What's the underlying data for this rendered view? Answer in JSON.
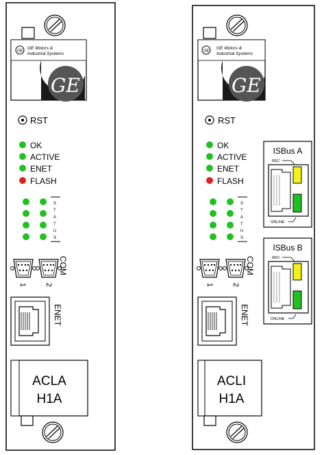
{
  "left_card": {
    "logo_line1": "GE Motors &",
    "logo_line2": "Industrial Systems",
    "logo_mark": "GE",
    "reset_label": "RST",
    "leds": [
      {
        "label": "OK",
        "color": "#22c022"
      },
      {
        "label": "ACTIVE",
        "color": "#22c022"
      },
      {
        "label": "ENET",
        "color": "#22c022"
      },
      {
        "label": "FLASH",
        "color": "#dd2222"
      }
    ],
    "status_letters": [
      "S",
      "T",
      "A",
      "T",
      "U",
      "S"
    ],
    "status_led_color": "#22c022",
    "com_label": "COM",
    "com_port_1": "1",
    "com_port_2": "2",
    "enet_label": "ENET",
    "model_line1": "ACLA",
    "model_line2": "H1A"
  },
  "right_card": {
    "logo_line1": "GE Motors &",
    "logo_line2": "Industrial Systems",
    "logo_mark": "GE",
    "reset_label": "RST",
    "leds": [
      {
        "label": "OK",
        "color": "#22c022"
      },
      {
        "label": "ACTIVE",
        "color": "#22c022"
      },
      {
        "label": "ENET",
        "color": "#22c022"
      },
      {
        "label": "FLASH",
        "color": "#dd2222"
      }
    ],
    "status_letters": [
      "S",
      "T",
      "A",
      "T",
      "U",
      "S"
    ],
    "status_led_color": "#22c022",
    "com_label": "COM",
    "com_port_1": "1",
    "com_port_2": "2",
    "enet_label": "ENET",
    "model_line1": "ACLI",
    "model_line2": "H1A",
    "isbus": [
      {
        "title": "ISBus A",
        "rec_label": "REC",
        "online_label": "ONLINE",
        "rec_color": "#f2f21a",
        "online_color": "#22c022"
      },
      {
        "title": "ISBus B",
        "rec_label": "REC",
        "online_label": "ONLINE",
        "rec_color": "#f2f21a",
        "online_color": "#22c022"
      }
    ]
  }
}
